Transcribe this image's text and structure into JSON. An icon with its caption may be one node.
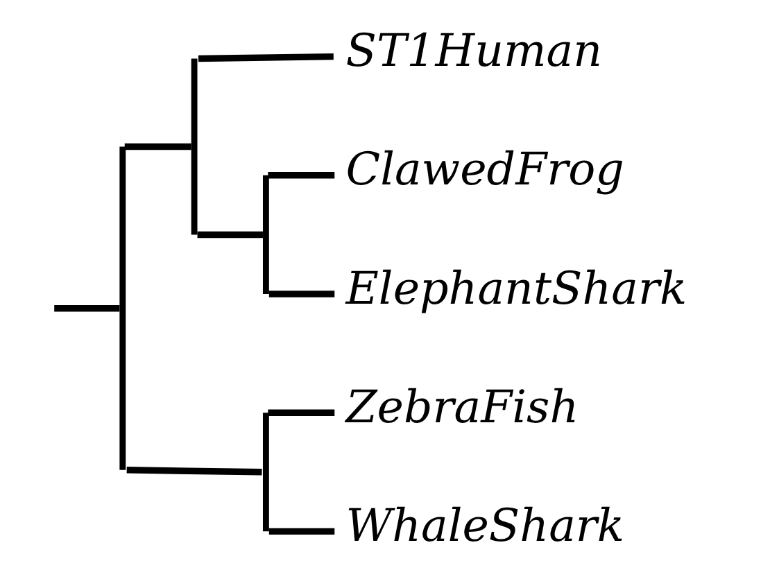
{
  "diagram": {
    "nodes": [
      {
        "text": [],
        "shape": "bar"
      },
      {
        "text": [],
        "shape": "bar"
      },
      {
        "text": [
          "ST1Human"
        ]
      },
      {
        "text": [],
        "shape": "bar"
      },
      {
        "text": [
          "ClawedFrog"
        ]
      },
      {
        "text": [
          "ElephantShark"
        ]
      },
      {
        "text": [],
        "shape": "bar"
      },
      {
        "text": [
          "ZebraFish"
        ]
      },
      {
        "text": [
          "WhaleShark"
        ]
      }
    ],
    "edges": [
      {
        "from": null,
        "to": 0,
        "arrow": "none"
      },
      {
        "from": 0,
        "to": 1,
        "arrow": "none"
      },
      {
        "from": 1,
        "to": 2,
        "arrow": "none"
      },
      {
        "from": 1,
        "to": 3,
        "arrow": "none"
      },
      {
        "from": 3,
        "to": 4,
        "arrow": "none"
      },
      {
        "from": 3,
        "to": 5,
        "arrow": "none"
      },
      {
        "from": 0,
        "to": 6,
        "arrow": "none"
      },
      {
        "from": 6,
        "to": 7,
        "arrow": "none"
      },
      {
        "from": 6,
        "to": 8,
        "arrow": "none"
      }
    ]
  }
}
